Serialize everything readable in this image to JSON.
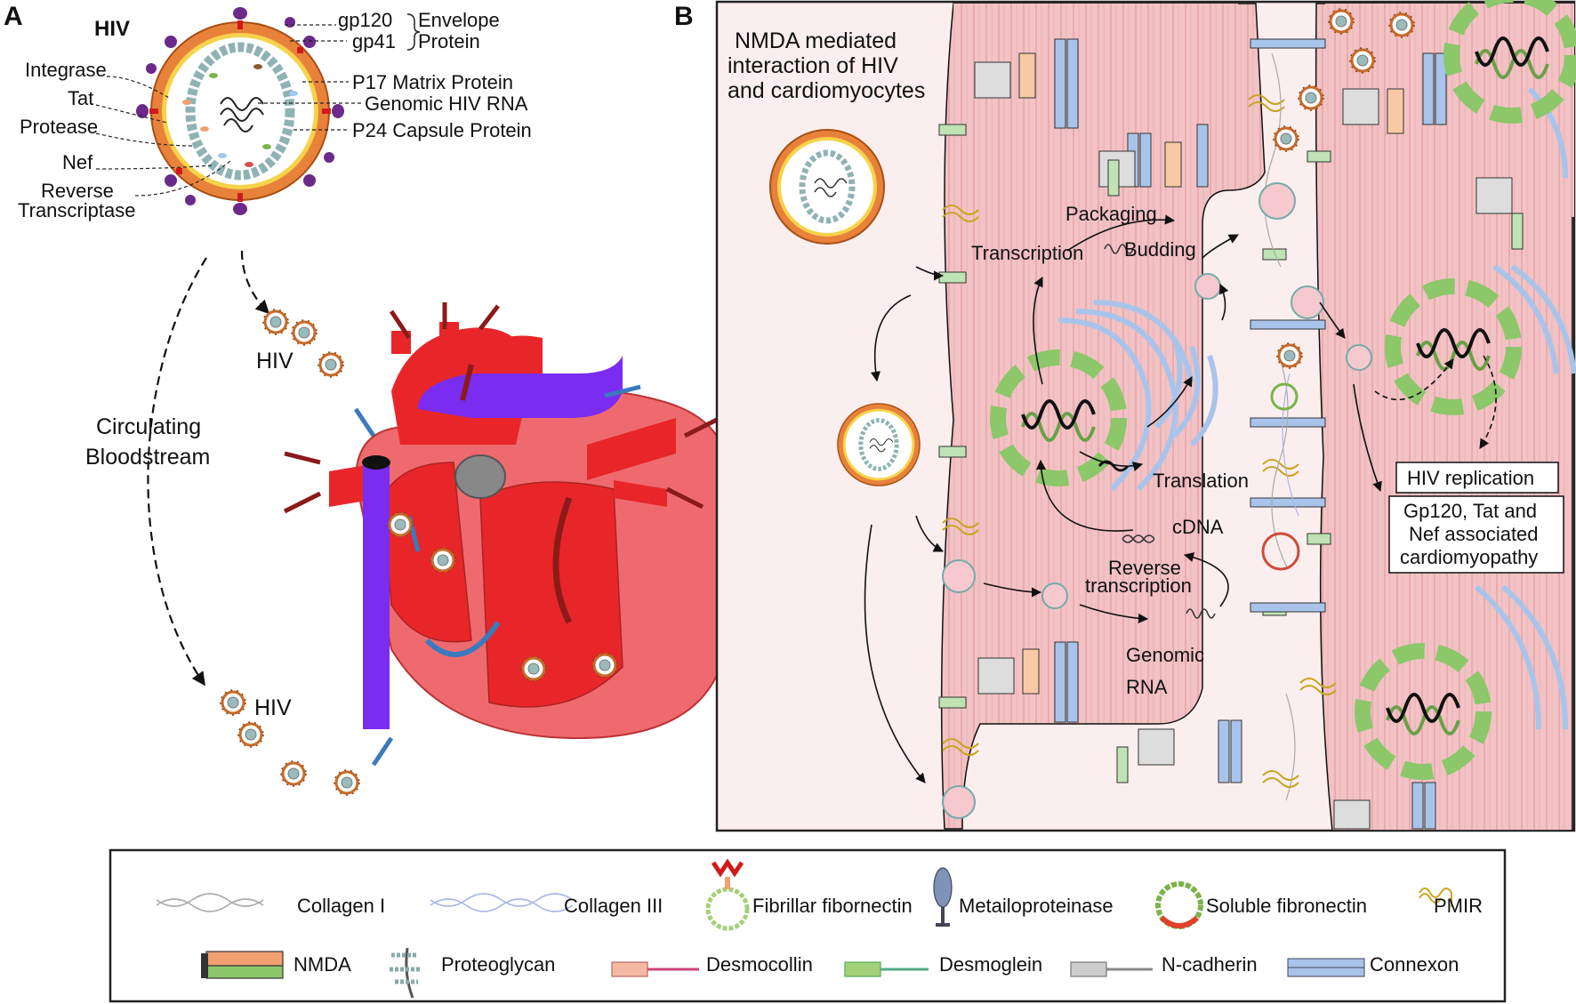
{
  "panel_a": {
    "letter": "A",
    "hiv_title": "HIV",
    "labels_right": [
      "gp120",
      "gp41",
      "Envelope",
      "Protein",
      "P17 Matrix Protein",
      "Genomic HIV RNA",
      "P24 Capsule Protein"
    ],
    "labels_left": [
      "Integrase",
      "Tat",
      "Protease",
      "Nef",
      "Reverse",
      "Transcriptase"
    ],
    "hiv_upper": "HIV",
    "hiv_lower": "HIV",
    "stream_line1": "Circulating",
    "stream_line2": "Bloodstream"
  },
  "panel_b": {
    "letter": "B",
    "title_lines": [
      "NMDA mediated",
      "interaction of HIV",
      "and cardiomyocytes"
    ],
    "steps": {
      "packaging": "Packaging",
      "transcription": "Transcription",
      "budding": "Budding",
      "translation": "Translation",
      "cdna": "cDNA",
      "reverse": "Reverse",
      "transcription2": "transcription",
      "genomic": "Genomic",
      "rna": "RNA"
    },
    "box1": "HIV replication",
    "box2_lines": [
      "Gp120, Tat and",
      "Nef associated",
      "cardiomyopathy"
    ]
  },
  "legend": {
    "row1": [
      "Collagen I",
      "Collagen III",
      "Fibrillar fibornectin",
      "Metailoproteinase",
      "Soluble fibronectin",
      "PMIR"
    ],
    "row2": [
      "NMDA",
      "Proteoglycan",
      "Desmocollin",
      "Desmoglein",
      "N-cadherin",
      "Connexon"
    ]
  },
  "colors": {
    "envelope_orange": "#e8823a",
    "spike_purple": "#6b2a8a",
    "capsid_teal": "#8fb3b5",
    "heart_red": "#e8262a",
    "vein_purple": "#7a2cf0",
    "tissue_pink": "#f2c2c4",
    "nucleus_green": "#8cc76a",
    "golgi_blue": "#a9c4ea"
  }
}
